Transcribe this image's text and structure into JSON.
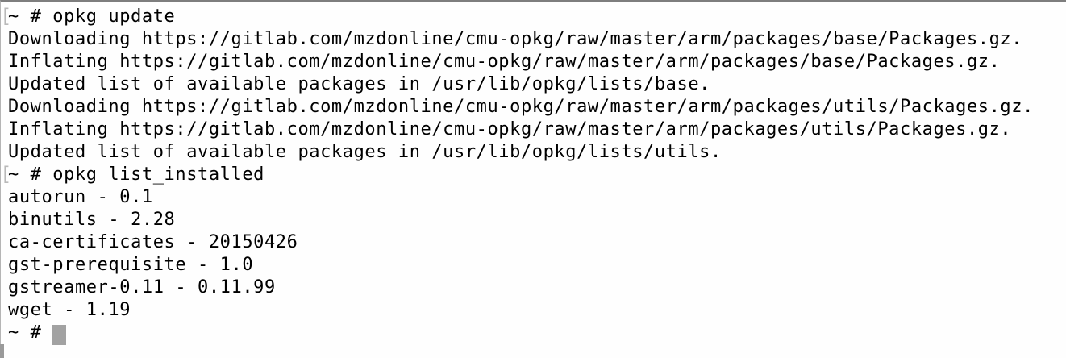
{
  "terminal": {
    "prompt_mark_symbol": "[",
    "colors": {
      "background": "#fefefe",
      "text": "#000000",
      "cursor": "#a2a2a2",
      "prompt_mark": "#b9b9b9",
      "top_border": "#7e7e7e",
      "left_border": "#b5b5b5"
    },
    "lines": [
      {
        "text": "~ # opkg update",
        "has_mark": true
      },
      {
        "text": "Downloading https://gitlab.com/mzdonline/cmu-opkg/raw/master/arm/packages/base/Packages.gz."
      },
      {
        "text": "Inflating https://gitlab.com/mzdonline/cmu-opkg/raw/master/arm/packages/base/Packages.gz."
      },
      {
        "text": "Updated list of available packages in /usr/lib/opkg/lists/base."
      },
      {
        "text": "Downloading https://gitlab.com/mzdonline/cmu-opkg/raw/master/arm/packages/utils/Packages.gz."
      },
      {
        "text": "Inflating https://gitlab.com/mzdonline/cmu-opkg/raw/master/arm/packages/utils/Packages.gz."
      },
      {
        "text": "Updated list of available packages in /usr/lib/opkg/lists/utils."
      },
      {
        "text": "~ # opkg list_installed",
        "has_mark": true
      },
      {
        "text": "autorun - 0.1"
      },
      {
        "text": "binutils - 2.28"
      },
      {
        "text": "ca-certificates - 20150426"
      },
      {
        "text": "gst-prerequisite - 1.0"
      },
      {
        "text": "gstreamer-0.11 - 0.11.99"
      },
      {
        "text": "wget - 1.19"
      },
      {
        "text": "~ # ",
        "has_cursor": true
      }
    ]
  }
}
